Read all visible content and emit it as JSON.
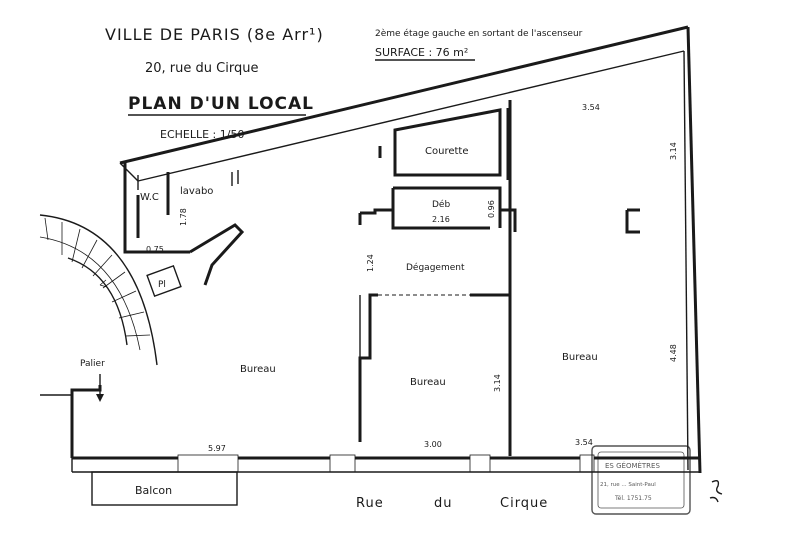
{
  "header": {
    "city": "VILLE DE PARIS (8e Arr¹)",
    "address": "20, rue du Cirque",
    "plan_title": "PLAN D'UN LOCAL",
    "scale": "ECHELLE : 1/50",
    "floor_note": "2ème étage gauche en sortant de l'ascenseur",
    "surface": "SURFACE : 76 m²"
  },
  "rooms": {
    "wc": "W.C",
    "lavabo": "lavabo",
    "courette": "Courette",
    "deb": "Déb",
    "degagement": "Dégagement",
    "pl": "Pl",
    "palier": "Palier",
    "bureau_left": "Bureau",
    "bureau_middle": "Bureau",
    "bureau_right": "Bureau",
    "balcon": "Balcon"
  },
  "dimensions": {
    "wc_height": "1.78",
    "wc_width": "0.75",
    "deb_width": "2.16",
    "deb_height": "0.96",
    "degagement_height": "1.24",
    "right_top_width": "3.54",
    "right_top_height": "3.14",
    "right_height": "4.48",
    "middle_height": "3.14",
    "left_width": "5.97",
    "middle_width": "3.00",
    "right_width": "3.54"
  },
  "street": {
    "word1": "Rue",
    "word2": "du",
    "word3": "Cirque"
  },
  "stamp": {
    "line1": "ES GÉOMÈTRES",
    "line2": "21, rue ... Saint-Paul",
    "line3": "Tél. 1751.75"
  }
}
